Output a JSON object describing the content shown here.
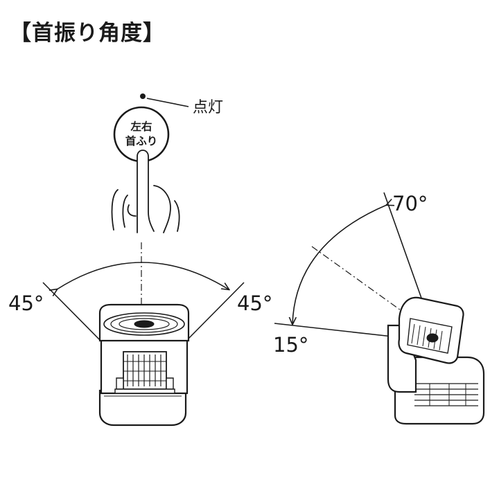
{
  "title": "【首振り角度】",
  "indicator_label": "点灯",
  "button": {
    "line1": "左右",
    "line2": "首ふり"
  },
  "horizontal": {
    "left_angle": "45°",
    "right_angle": "45°"
  },
  "vertical": {
    "top_angle": "70°",
    "bottom_angle": "15°"
  },
  "colors": {
    "ink": "#1a1a1a",
    "page": "#ffffff"
  }
}
